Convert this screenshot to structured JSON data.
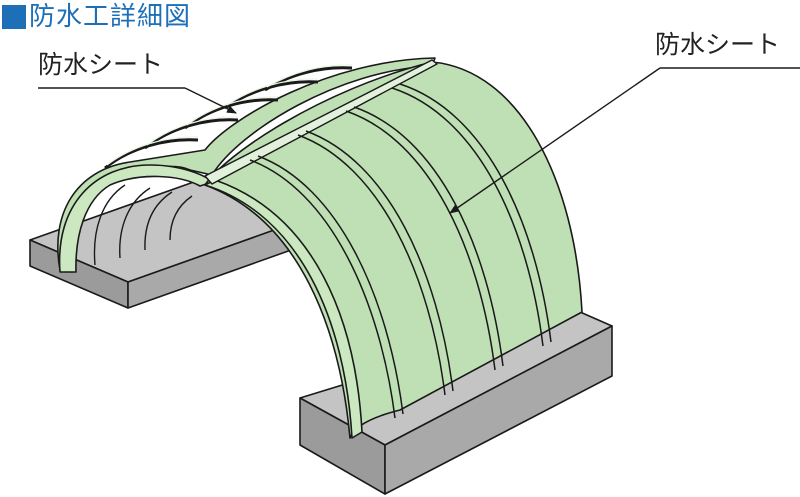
{
  "title": "防水工詳細図",
  "labels": {
    "left": "防水シート",
    "right": "防水シート"
  },
  "colors": {
    "title": "#1d6fb8",
    "sheet": "#bfe0b4",
    "sheet_band": "#cce8c1",
    "concrete_top": "#c4c4c4",
    "concrete_side": "#a9a9a9",
    "concrete_front": "#9b9b9b",
    "line": "#1a1a1a"
  }
}
